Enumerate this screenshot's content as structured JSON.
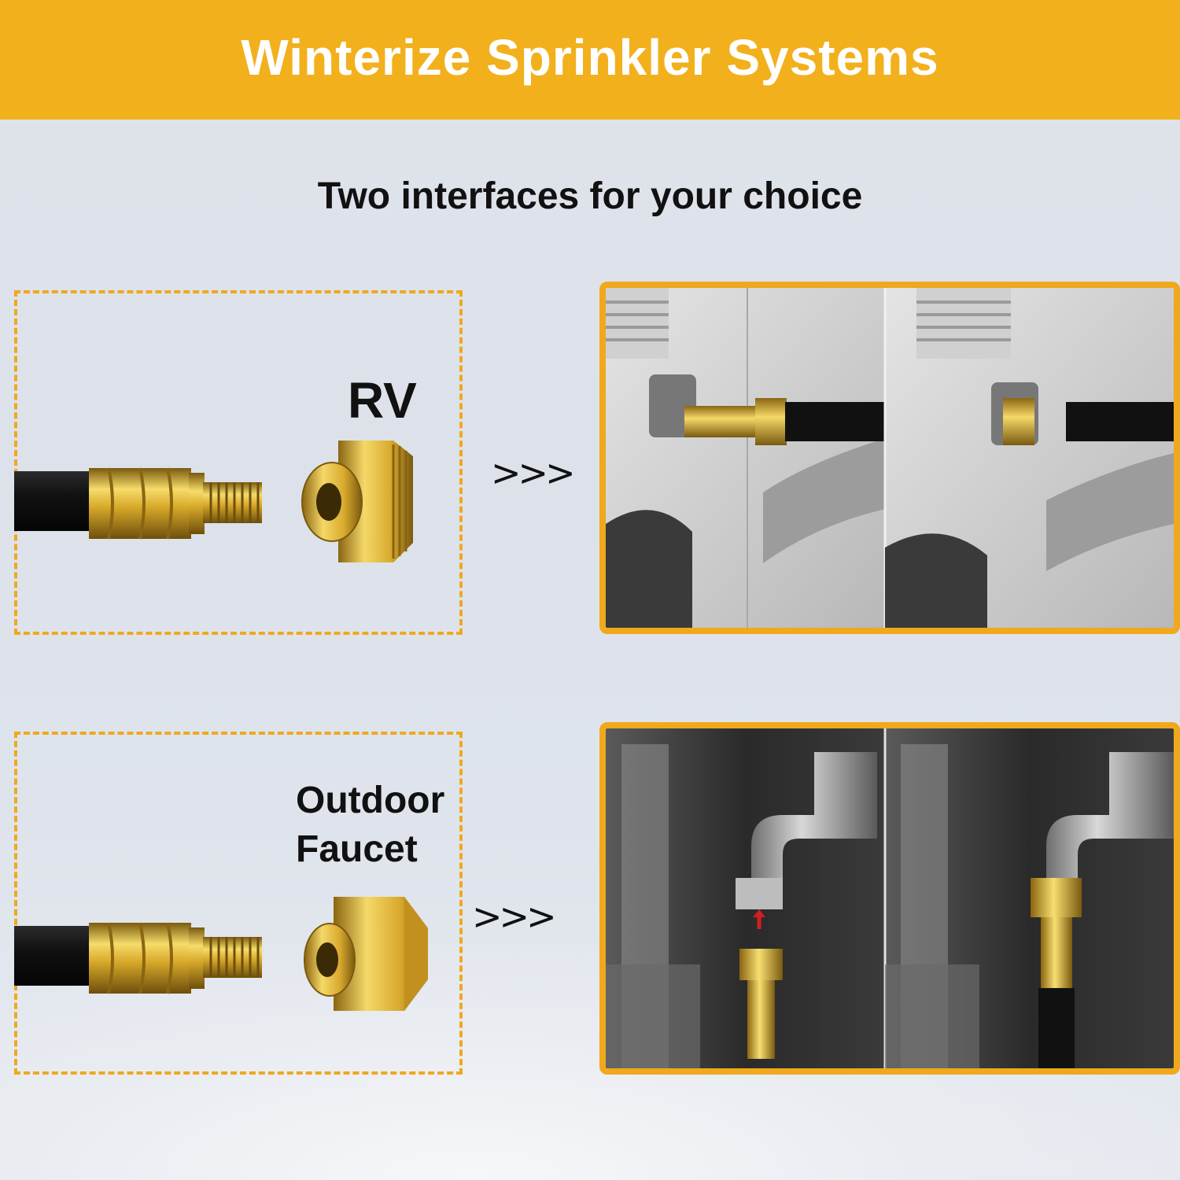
{
  "banner": {
    "title": "Winterize Sprinkler Systems",
    "color": "#f2b01c"
  },
  "subtitle": "Two interfaces for your choice",
  "sections": [
    {
      "label_line1": "RV",
      "label_line2": "",
      "arrow": ">>>"
    },
    {
      "label_line1": "Outdoor",
      "label_line2": "Faucet",
      "arrow": ">>>"
    }
  ],
  "accent_color": "#f0a81c"
}
